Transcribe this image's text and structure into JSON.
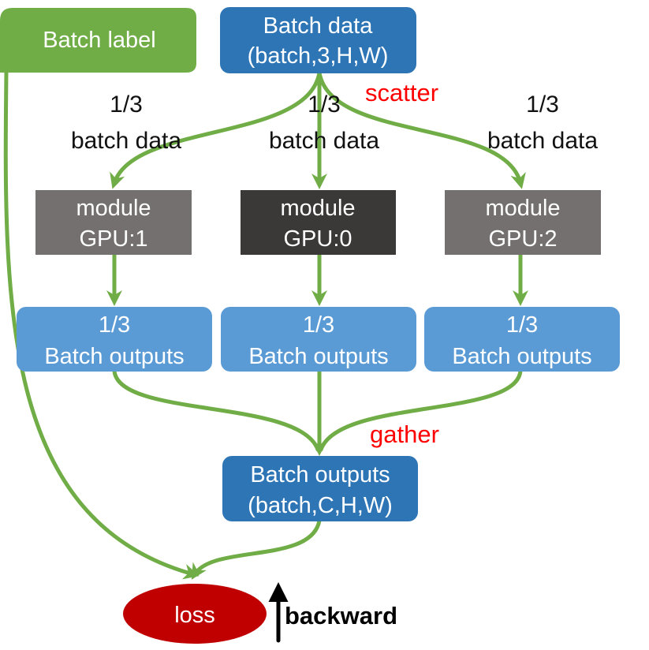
{
  "colors": {
    "green": "#70AD47",
    "blue_dark": "#2E75B6",
    "blue_light": "#5B9BD5",
    "gray": "#747070",
    "dark": "#3B3838",
    "red": "#C00000",
    "annotation_red": "#FF0000"
  },
  "nodes": {
    "batch_label": "Batch label",
    "batch_data": {
      "line1": "Batch data",
      "line2": "(batch,3,H,W)"
    },
    "module_gpu1": {
      "line1": "module",
      "line2": "GPU:1"
    },
    "module_gpu0": {
      "line1": "module",
      "line2": "GPU:0"
    },
    "module_gpu2": {
      "line1": "module",
      "line2": "GPU:2"
    },
    "outputs_1": {
      "line1": "1/3",
      "line2": "Batch outputs"
    },
    "outputs_0": {
      "line1": "1/3",
      "line2": "Batch outputs"
    },
    "outputs_2": {
      "line1": "1/3",
      "line2": "Batch outputs"
    },
    "batch_outputs": {
      "line1": "Batch outputs",
      "line2": "(batch,C,H,W)"
    },
    "loss": "loss"
  },
  "labels": {
    "split_left": {
      "line1": "1/3",
      "line2": "batch data"
    },
    "split_mid": {
      "line1": "1/3",
      "line2": "batch data"
    },
    "split_right": {
      "line1": "1/3",
      "line2": "batch data"
    },
    "scatter": "scatter",
    "gather": "gather",
    "backward": "backward"
  }
}
